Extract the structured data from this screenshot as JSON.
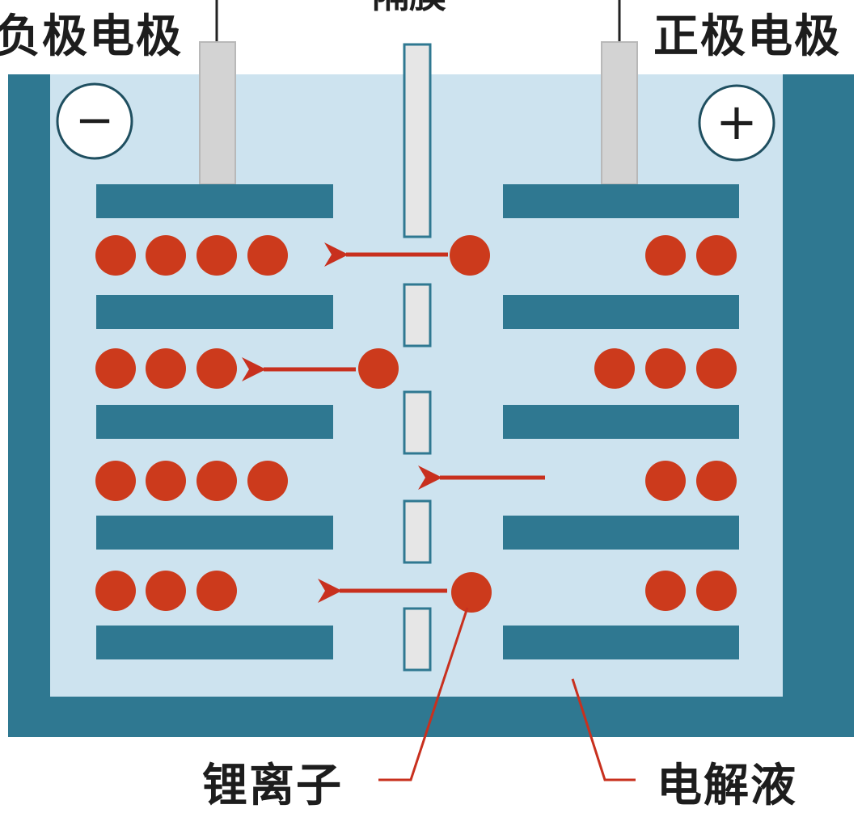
{
  "labels": {
    "negative_electrode": "负极电极",
    "positive_electrode": "正极电极",
    "separator": "隔膜",
    "lithium_ion": "锂离子",
    "electrolyte": "电解液"
  },
  "symbols": {
    "negative": "−",
    "positive": "+"
  },
  "icons": {
    "negative": "minus-icon",
    "positive": "plus-icon",
    "ion": "lithium-ion-ball",
    "arrow": "left-arrow-icon"
  },
  "colors": {
    "electrolyte": "#cde3ef",
    "container": "#2f7891",
    "electrode_plate": "#2f7891",
    "ion": "#cc3a1c",
    "arrow": "#c8301e",
    "terminal": "#d3d3d3",
    "separator": "#e6e6e6",
    "text": "#1d1d1d"
  },
  "ion_rows": [
    {
      "negative_side": 4,
      "positive_side": 2,
      "moving_ion": true
    },
    {
      "negative_side": 3,
      "positive_side": 3,
      "moving_ion": true
    },
    {
      "negative_side": 4,
      "positive_side": 2,
      "moving_ion": false
    },
    {
      "negative_side": 3,
      "positive_side": 2,
      "moving_ion": true
    }
  ]
}
